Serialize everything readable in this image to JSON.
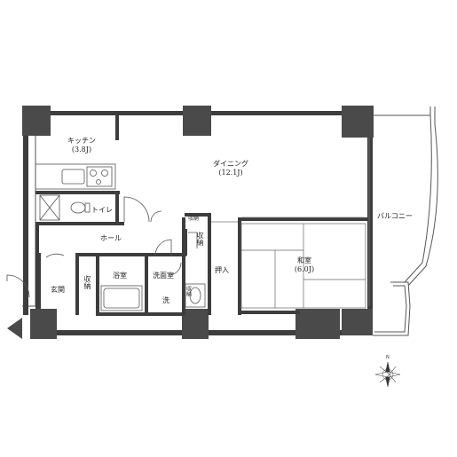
{
  "rooms": {
    "kitchen": {
      "name": "キッチン",
      "size": "(3.8J)"
    },
    "dining": {
      "name": "ダイニング",
      "size": "(12.1J)"
    },
    "toilet": {
      "name": "トイレ"
    },
    "hall": {
      "name": "ホール"
    },
    "storage_top": {
      "name": "収納"
    },
    "storage_mid": {
      "name": "収納"
    },
    "storage_entry": {
      "name": "収納"
    },
    "storage_small": {
      "name": "収納"
    },
    "bath": {
      "name": "浴室"
    },
    "washroom": {
      "name": "洗面室"
    },
    "wash": {
      "name": "洗"
    },
    "closet": {
      "name": "押入"
    },
    "japanese_room": {
      "name": "和室",
      "size": "(6.0J)"
    },
    "entrance": {
      "name": "玄関"
    },
    "balcony": {
      "name": "バルコニー"
    }
  },
  "compass": {
    "label": "N"
  },
  "colors": {
    "wall": "#3d3d3d",
    "pillar": "#4a4a4a",
    "line": "#555555",
    "fill_light": "#ffffff"
  }
}
